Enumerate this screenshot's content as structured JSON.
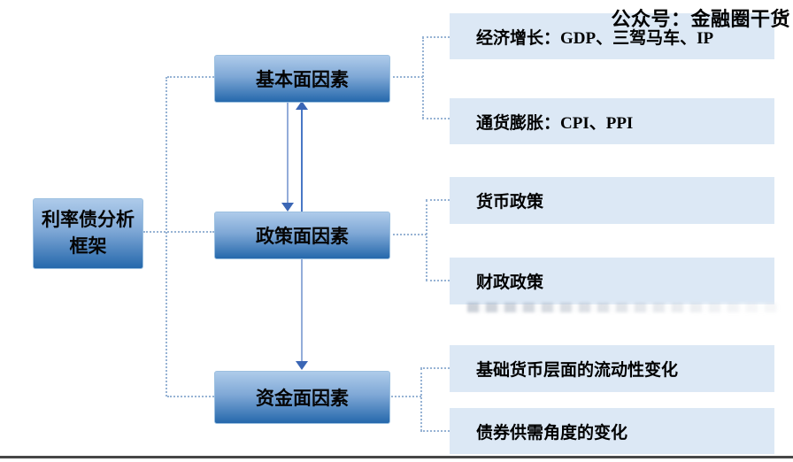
{
  "header": {
    "credit": "公众号：金融圈干货"
  },
  "root": {
    "label": "利率债分析框架"
  },
  "branches": [
    {
      "label": "基本面因素",
      "children": [
        "经济增长：GDP、三驾马车、IP",
        "通货膨胀：CPI、PPI"
      ]
    },
    {
      "label": "政策面因素",
      "children": [
        "货币政策",
        "财政政策"
      ]
    },
    {
      "label": "资金面因素",
      "children": [
        "基础货币层面的流动性变化",
        "债券供需角度的变化"
      ]
    }
  ],
  "relations": [
    {
      "from": "基本面因素",
      "to": "政策面因素",
      "type": "bidirectional-arrow"
    },
    {
      "from": "政策面因素",
      "to": "资金面因素",
      "type": "down-arrow"
    }
  ],
  "colors": {
    "node_gradient_top": "#AECBEA",
    "node_gradient_bottom": "#2568AC",
    "leaf_bg": "#DCE8F5",
    "connector": "#97B3D4",
    "arrow_light": "#93ACD9",
    "arrow_dark": "#4877C5",
    "arrow_head": "#3B66B5",
    "divider": "#474747"
  }
}
